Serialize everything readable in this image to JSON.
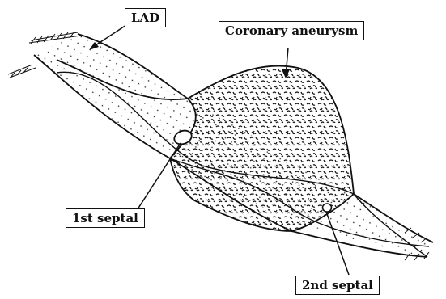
{
  "labels": {
    "lad": "LAD",
    "aneurysm": "Coronary aneurysm",
    "first_septal": "1st septal",
    "second_septal": "2nd septal"
  },
  "colors": {
    "ink": "#111111",
    "background": "#ffffff"
  }
}
